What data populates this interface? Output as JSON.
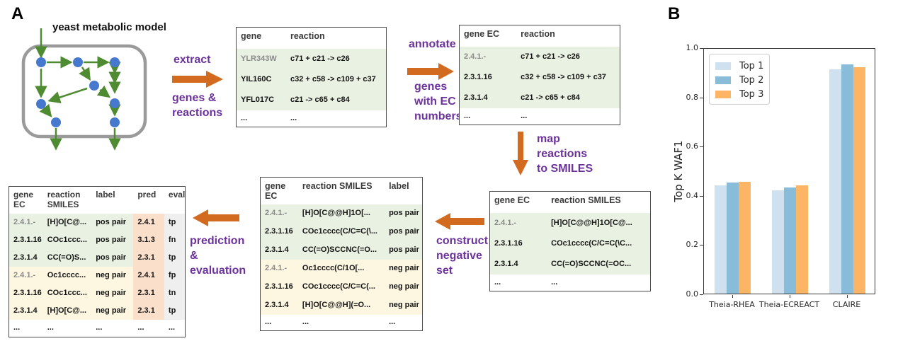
{
  "colors": {
    "purple": "#6c339c",
    "orange_arrow": "#d26a20",
    "row_green": "#e9f1e2",
    "row_yellow": "#fdf7e1",
    "col_salmon": "#fadfcb",
    "col_gray": "#efefef",
    "node_blue": "#4678cd",
    "diagram_green": "#4e8b31",
    "box_gray": "#9a9a9a"
  },
  "panel_a": {
    "label": "A",
    "diagram_title": "yeast metabolic model",
    "steps": {
      "extract": {
        "top": "extract",
        "bottom": [
          "genes &",
          "reactions"
        ]
      },
      "annotate": {
        "top": "annotate",
        "bottom": [
          "genes",
          "with EC",
          "numbers"
        ]
      },
      "map": {
        "lines": [
          "map",
          "reactions",
          "to SMILES"
        ]
      },
      "construct": {
        "lines": [
          "construct",
          "negative",
          "set"
        ]
      },
      "prediction": {
        "lines": [
          "prediction",
          "&",
          "evaluation"
        ]
      }
    },
    "tables": {
      "t1": {
        "headers": [
          "gene",
          "reaction"
        ],
        "rows": [
          {
            "type": "pos",
            "dim": [
              0
            ],
            "cells": [
              "YLR343W",
              "c71 + c21 -> c26"
            ]
          },
          {
            "type": "pos",
            "cells": [
              "YIL160C",
              "c32 + c58 -> c109 + c37"
            ]
          },
          {
            "type": "pos",
            "cells": [
              "YFL017C",
              "c21 -> c65 + c84"
            ]
          },
          {
            "type": "plain",
            "cells": [
              "...",
              "..."
            ]
          }
        ]
      },
      "t2": {
        "headers": [
          "gene EC",
          "reaction"
        ],
        "rows": [
          {
            "type": "pos",
            "dim": [
              0
            ],
            "cells": [
              "2.4.1.-",
              "c71 + c21 -> c26"
            ]
          },
          {
            "type": "pos",
            "cells": [
              "2.3.1.16",
              "c32 + c58 -> c109 + c37"
            ]
          },
          {
            "type": "pos",
            "cells": [
              "2.3.1.4",
              "c21 -> c65 + c84"
            ]
          },
          {
            "type": "plain",
            "cells": [
              "...",
              "..."
            ]
          }
        ]
      },
      "t3": {
        "headers": [
          "gene EC",
          "reaction SMILES"
        ],
        "rows": [
          {
            "type": "pos",
            "dim": [
              0
            ],
            "cells": [
              "2.4.1.-",
              "[H]O[C@@H]1O[C@..."
            ]
          },
          {
            "type": "pos",
            "cells": [
              "2.3.1.16",
              "COc1cccc(C/C=C(\\C..."
            ]
          },
          {
            "type": "pos",
            "cells": [
              "2.3.1.4",
              "CC(=O)SCCNC(=OC..."
            ]
          },
          {
            "type": "plain",
            "cells": [
              "...",
              "..."
            ]
          }
        ]
      },
      "t4": {
        "headers": [
          "gene EC",
          "reaction SMILES",
          "label"
        ],
        "rows": [
          {
            "type": "pos",
            "dim": [
              0
            ],
            "cells": [
              "2.4.1.-",
              "[H]O[C@@H]1O[...",
              "pos pair"
            ]
          },
          {
            "type": "pos",
            "cells": [
              "2.3.1.16",
              "COc1cccc(C/C=C(\\...",
              "pos pair"
            ]
          },
          {
            "type": "pos",
            "cells": [
              "2.3.1.4",
              "CC(=O)SCCNC(=O...",
              "pos pair"
            ]
          },
          {
            "type": "neg",
            "dim": [
              0
            ],
            "cells": [
              "2.4.1.-",
              "Oc1cccc(C/1O[...",
              "neg pair"
            ]
          },
          {
            "type": "neg",
            "cells": [
              "2.3.1.16",
              "COc1cccc(C/C=C(...",
              "neg pair"
            ]
          },
          {
            "type": "neg",
            "cells": [
              "2.3.1.4",
              "[H]O[C@@H](=O...",
              "neg pair"
            ]
          },
          {
            "type": "plain",
            "cells": [
              "...",
              "...",
              "..."
            ]
          }
        ]
      },
      "t5": {
        "headers": [
          "gene EC",
          "reaction SMILES",
          "label",
          "pred",
          "eval"
        ],
        "rows": [
          {
            "type": "pos",
            "dim": [
              0
            ],
            "cells": [
              "2.4.1.-",
              "[H]O[C@...",
              "pos pair",
              "2.4.1",
              "tp"
            ]
          },
          {
            "type": "pos",
            "cells": [
              "2.3.1.16",
              "COc1ccc...",
              "pos pair",
              "3.1.3",
              "fn"
            ]
          },
          {
            "type": "pos",
            "cells": [
              "2.3.1.4",
              "CC(=O)S...",
              "pos pair",
              "2.3.1",
              "tp"
            ]
          },
          {
            "type": "neg",
            "dim": [
              0
            ],
            "cells": [
              "2.4.1.-",
              "Oc1cccc...",
              "neg pair",
              "2.4.1",
              "fp"
            ]
          },
          {
            "type": "neg",
            "cells": [
              "2.3.1.16",
              "COc1ccc...",
              "neg pair",
              "2.3.1",
              "tn"
            ]
          },
          {
            "type": "neg",
            "cells": [
              "2.3.1.4",
              "[H]O[C@...",
              "neg pair",
              "2.3.1",
              "tp"
            ]
          },
          {
            "type": "plain",
            "cells": [
              "...",
              "...",
              "...",
              "...",
              "..."
            ]
          }
        ]
      }
    }
  },
  "panel_b": {
    "label": "B"
  },
  "chart_data": {
    "type": "bar",
    "categories": [
      "Theia-RHEA",
      "Theia-ECREACT",
      "CLAIRE"
    ],
    "series": [
      {
        "name": "Top 1",
        "color": "#cfe0ef",
        "values": [
          0.44,
          0.42,
          0.91
        ]
      },
      {
        "name": "Top 2",
        "color": "#89bcd9",
        "values": [
          0.45,
          0.43,
          0.93
        ]
      },
      {
        "name": "Top 3",
        "color": "#fcb465",
        "values": [
          0.455,
          0.44,
          0.92
        ]
      }
    ],
    "title": "",
    "xlabel": "",
    "ylabel": "Top K WAF1",
    "ylim": [
      0,
      1.0
    ],
    "yticks": [
      "0.0",
      "0.2",
      "0.4",
      "0.6",
      "0.8",
      "1.0"
    ],
    "legend_position": "upper left",
    "grid": false
  }
}
